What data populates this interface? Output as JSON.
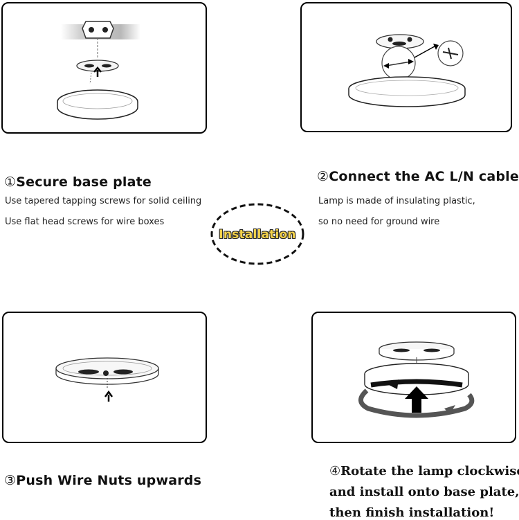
{
  "badge": {
    "label": "Installation"
  },
  "steps": [
    {
      "number": "①",
      "title": "Secure base plate",
      "notes": [
        "Use tapered tapping screws for solid ceiling",
        "Use flat head screws for wire boxes"
      ]
    },
    {
      "number": "②",
      "title": "Connect the AC L/N cables",
      "notes": [
        "Lamp is made of insulating plastic,",
        "so no need for ground wire"
      ]
    },
    {
      "number": "③",
      "title": "Push Wire Nuts upwards"
    },
    {
      "number": "④",
      "lines": [
        "Rotate the lamp clockwise",
        "and install onto base plate,",
        "then finish installation!"
      ]
    }
  ]
}
